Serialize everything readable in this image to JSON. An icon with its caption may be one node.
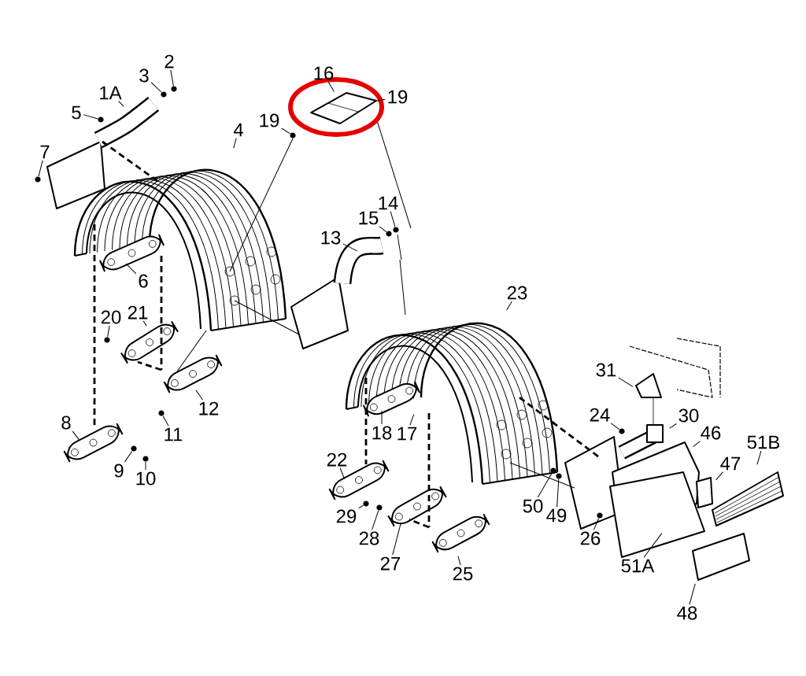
{
  "diagram": {
    "nodes": [
      {
        "text": [
          "2"
        ]
      },
      {
        "text": [
          "3"
        ]
      },
      {
        "text": [
          "1A"
        ]
      },
      {
        "text": [
          "5"
        ]
      },
      {
        "text": [
          "7"
        ]
      },
      {
        "text": [
          "16"
        ]
      },
      {
        "text": [
          "19"
        ]
      },
      {
        "text": [
          "19"
        ]
      },
      {
        "text": [
          "4"
        ]
      },
      {
        "text": [
          "14"
        ]
      },
      {
        "text": [
          "15"
        ]
      },
      {
        "text": [
          "13"
        ]
      },
      {
        "text": [
          "6"
        ]
      },
      {
        "text": [
          "20"
        ]
      },
      {
        "text": [
          "21"
        ]
      },
      {
        "text": [
          "23"
        ]
      },
      {
        "text": [
          "12"
        ]
      },
      {
        "text": [
          "11"
        ]
      },
      {
        "text": [
          "31"
        ]
      },
      {
        "text": [
          "24"
        ]
      },
      {
        "text": [
          "30"
        ]
      },
      {
        "text": [
          "46"
        ]
      },
      {
        "text": [
          "51B"
        ]
      },
      {
        "text": [
          "47"
        ]
      },
      {
        "text": [
          "8"
        ]
      },
      {
        "text": [
          "18"
        ]
      },
      {
        "text": [
          "17"
        ]
      },
      {
        "text": [
          "9"
        ]
      },
      {
        "text": [
          "10"
        ]
      },
      {
        "text": [
          "22"
        ]
      },
      {
        "text": [
          "50"
        ]
      },
      {
        "text": [
          "49"
        ]
      },
      {
        "text": [
          "29"
        ]
      },
      {
        "text": [
          "28"
        ]
      },
      {
        "text": [
          "26"
        ]
      },
      {
        "text": [
          "27"
        ]
      },
      {
        "text": [
          "25"
        ]
      },
      {
        "text": [
          "51A"
        ]
      },
      {
        "text": [
          "48"
        ]
      },
      {
        "text": [],
        "shape": "circle"
      },
      {
        "text": [],
        "shape": "circle"
      },
      {
        "text": [],
        "shape": "circle"
      },
      {
        "text": [],
        "shape": "circle"
      },
      {
        "text": [],
        "shape": "circle"
      },
      {
        "text": [],
        "shape": "circle"
      },
      {
        "text": [],
        "shape": "circle"
      },
      {
        "text": [],
        "shape": "circle"
      },
      {
        "text": [],
        "shape": "circle"
      },
      {
        "text": [],
        "shape": "circle"
      },
      {
        "text": [],
        "shape": "circle"
      },
      {
        "text": [],
        "shape": "circle"
      },
      {
        "text": [],
        "shape": "circle"
      },
      {
        "text": [],
        "shape": "circle"
      },
      {
        "text": [],
        "shape": "circle"
      },
      {
        "text": [],
        "shape": "circle"
      },
      {
        "text": [],
        "shape": "circle"
      },
      {
        "text": [],
        "shape": "picture"
      }
    ],
    "edges": [
      {
        "from": 0,
        "to": 46,
        "arrow": "none"
      },
      {
        "from": 1,
        "to": 45,
        "arrow": "none"
      },
      {
        "from": 2,
        "to": null,
        "arrow": "none"
      },
      {
        "from": 3,
        "to": 40,
        "arrow": "none"
      },
      {
        "from": 4,
        "to": 39,
        "arrow": "none"
      },
      {
        "from": 5,
        "to": 56,
        "arrow": "none"
      },
      {
        "from": 6,
        "to": 56,
        "arrow": "none"
      },
      {
        "from": 7,
        "to": 47,
        "arrow": "none"
      },
      {
        "from": 8,
        "to": null,
        "arrow": "none"
      },
      {
        "from": 9,
        "to": 51,
        "arrow": "none"
      },
      {
        "from": 10,
        "to": 50,
        "arrow": "none"
      },
      {
        "from": 11,
        "to": null,
        "arrow": "none"
      },
      {
        "from": 12,
        "to": null,
        "arrow": "none"
      },
      {
        "from": 13,
        "to": 41,
        "arrow": "none"
      },
      {
        "from": 14,
        "to": null,
        "arrow": "none"
      },
      {
        "from": 15,
        "to": null,
        "arrow": "none"
      },
      {
        "from": 16,
        "to": null,
        "arrow": "none"
      },
      {
        "from": 17,
        "to": 44,
        "arrow": "none"
      },
      {
        "from": 18,
        "to": null,
        "arrow": "none"
      },
      {
        "from": 19,
        "to": 55,
        "arrow": "none"
      },
      {
        "from": 20,
        "to": null,
        "arrow": "none"
      },
      {
        "from": 21,
        "to": null,
        "arrow": "none"
      },
      {
        "from": 22,
        "to": null,
        "arrow": "none"
      },
      {
        "from": 23,
        "to": null,
        "arrow": "none"
      },
      {
        "from": 24,
        "to": null,
        "arrow": "none"
      },
      {
        "from": 25,
        "to": null,
        "arrow": "none"
      },
      {
        "from": 26,
        "to": null,
        "arrow": "none"
      },
      {
        "from": 27,
        "to": 42,
        "arrow": "none"
      },
      {
        "from": 28,
        "to": 43,
        "arrow": "none"
      },
      {
        "from": 29,
        "to": null,
        "arrow": "none"
      },
      {
        "from": 30,
        "to": 52,
        "arrow": "none"
      },
      {
        "from": 31,
        "to": 53,
        "arrow": "none"
      },
      {
        "from": 32,
        "to": 48,
        "arrow": "none"
      },
      {
        "from": 33,
        "to": 49,
        "arrow": "none"
      },
      {
        "from": 34,
        "to": 54,
        "arrow": "none"
      },
      {
        "from": 35,
        "to": null,
        "arrow": "none"
      },
      {
        "from": 36,
        "to": null,
        "arrow": "none"
      },
      {
        "from": 37,
        "to": null,
        "arrow": "none"
      },
      {
        "from": 38,
        "to": null,
        "arrow": "none"
      }
    ]
  }
}
